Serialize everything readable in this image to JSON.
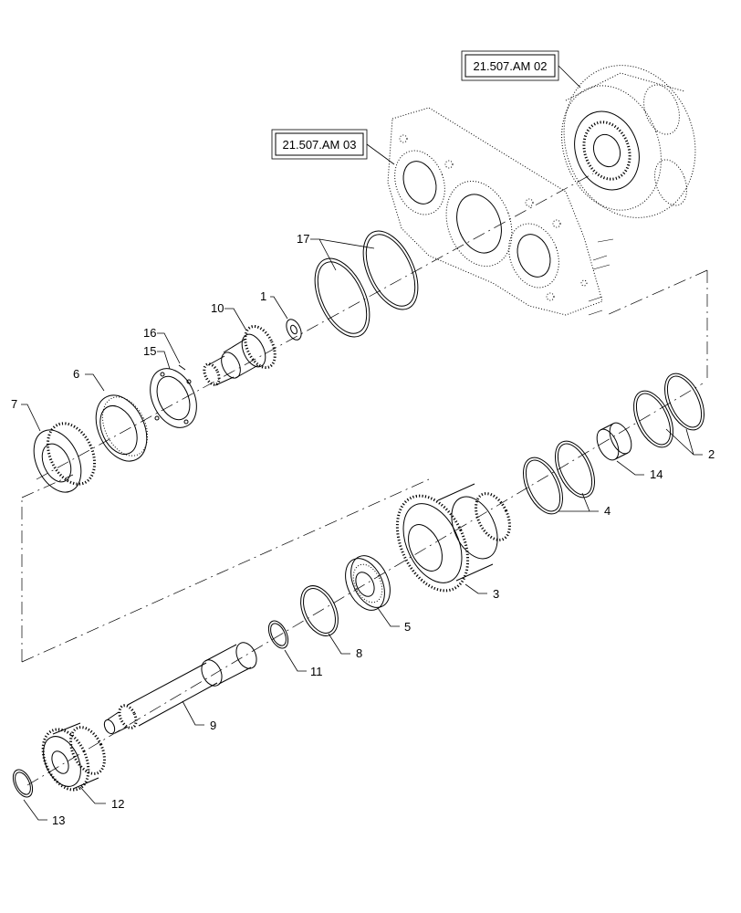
{
  "references": [
    {
      "id": "ref-top",
      "label": "21.507.AM 02"
    },
    {
      "id": "ref-mid",
      "label": "21.507.AM 03"
    }
  ],
  "callouts": [
    "1",
    "2",
    "3",
    "4",
    "5",
    "6",
    "7",
    "8",
    "9",
    "10",
    "11",
    "12",
    "13",
    "14",
    "15",
    "16",
    "17"
  ]
}
